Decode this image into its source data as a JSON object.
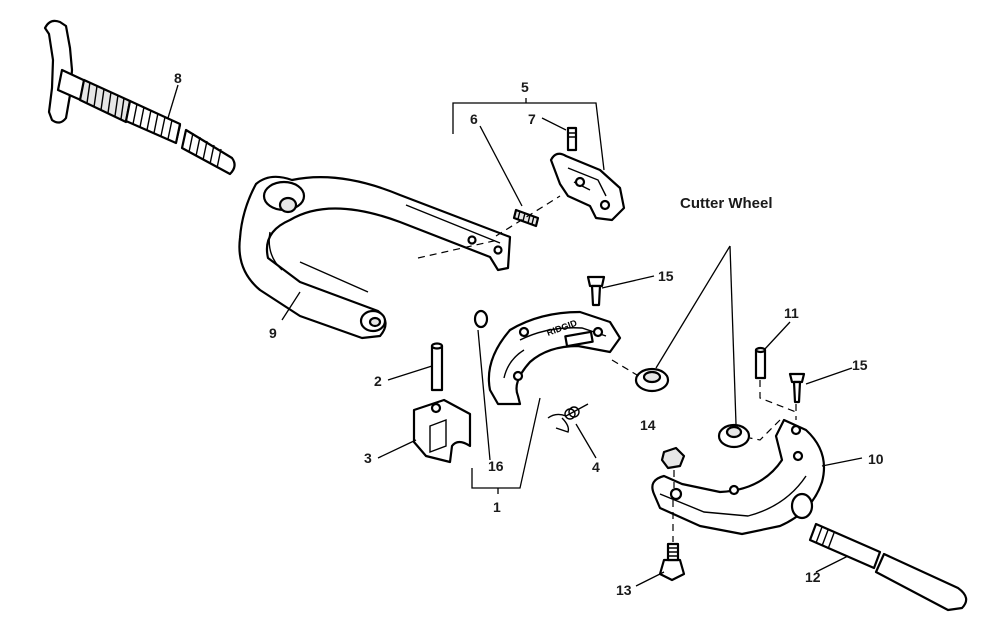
{
  "heading": "Cutter Wheel",
  "brand_mark": "RIDGID",
  "part_numbers": [
    "1",
    "2",
    "3",
    "4",
    "5",
    "6",
    "7",
    "8",
    "9",
    "10",
    "11",
    "12",
    "13",
    "14",
    "15",
    "15",
    "16"
  ]
}
